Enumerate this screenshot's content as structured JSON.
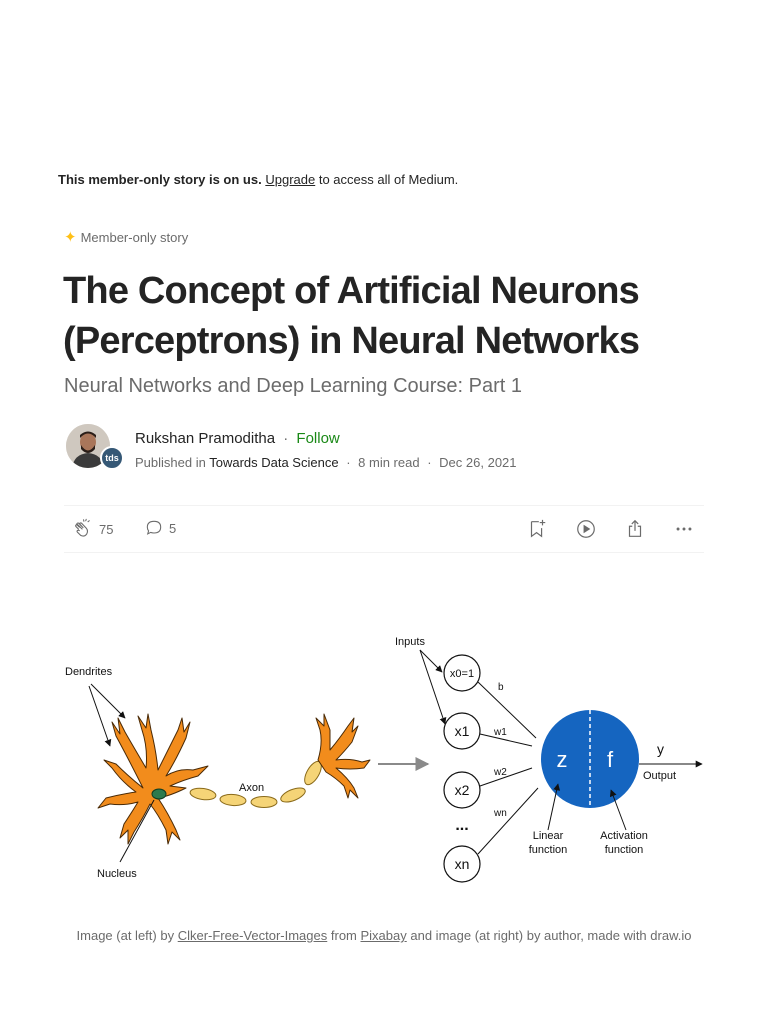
{
  "banner": {
    "bold": "This member-only story is on us.",
    "link": "Upgrade",
    "rest": "to access all of Medium."
  },
  "member_tag": "Member-only story",
  "article": {
    "title": "The Concept of Artificial Neurons (Perceptrons) in Neural Networks",
    "subtitle": "Neural Networks and Deep Learning Course: Part 1"
  },
  "author": {
    "name": "Rukshan Pramoditha",
    "follow": "Follow",
    "published_prefix": "Published in",
    "publication": "Towards Data Science",
    "read_time": "8 min read",
    "date": "Dec 26, 2021",
    "badge": "tds"
  },
  "actions": {
    "claps": "75",
    "responses": "5"
  },
  "figure": {
    "dendrites": "Dendrites",
    "axon": "Axon",
    "nucleus": "Nucleus",
    "inputs": "Inputs",
    "x0": "x0=1",
    "x1": "x1",
    "x2": "x2",
    "ellipsis": "...",
    "xn": "xn",
    "b": "b",
    "w1": "w1",
    "w2": "w2",
    "wn": "wn",
    "z": "z",
    "f": "f",
    "y": "y",
    "output": "Output",
    "linear1": "Linear",
    "linear2": "function",
    "activation1": "Activation",
    "activation2": "function"
  },
  "caption": {
    "p1": "Image (at left) by",
    "link1": "Clker-Free-Vector-Images",
    "p2": "from",
    "link2": "Pixabay",
    "p3": "and image (at right) by author, made with draw.io"
  },
  "colors": {
    "neuron_orange": "#f28c1c",
    "axon_yellow": "#f5d477",
    "node_blue": "#1565c0",
    "follow_green": "#1a8917",
    "star_gold": "#ffc017"
  }
}
